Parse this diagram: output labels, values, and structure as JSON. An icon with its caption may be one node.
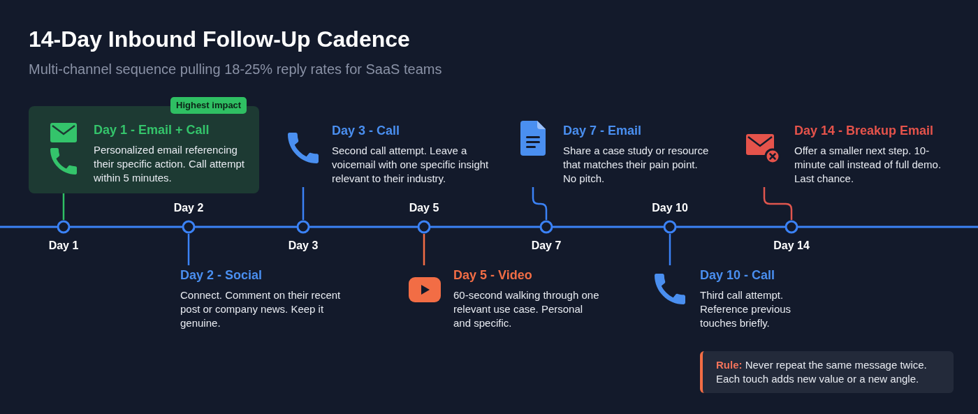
{
  "diagram": {
    "title": "14-Day Inbound Follow-Up Cadence",
    "nodes": [
      {
        "text": [
          "Day 1 - Email + Call",
          "Personalized email referencing their specific action. Call attempt within 5 minutes."
        ]
      },
      {
        "text": [
          "Highest impact"
        ]
      },
      {
        "text": [],
        "shape": "circle",
        "beside": [
          "Day 1"
        ]
      },
      {
        "text": [],
        "shape": "circle",
        "beside": [
          "Day 2"
        ]
      },
      {
        "text": [
          "Day 2 - Social",
          "Connect. Comment on their recent post or company news. Keep it genuine."
        ]
      },
      {
        "text": [
          "Day 3 - Call",
          "Second call attempt. Leave a voicemail with one specific insight relevant to their industry."
        ]
      },
      {
        "text": [],
        "shape": "circle",
        "beside": [
          "Day 3"
        ]
      },
      {
        "text": [],
        "shape": "circle",
        "beside": [
          "Day 5"
        ]
      },
      {
        "text": [
          "Day 5 - Video",
          "60-second walking through one relevant use case. Personal and specific."
        ]
      },
      {
        "text": [
          "Day 7 - Email",
          "Share a case study or resource that matches their pain point. No pitch."
        ]
      },
      {
        "text": [],
        "shape": "circle",
        "beside": [
          "Day 7"
        ]
      },
      {
        "text": [],
        "shape": "circle",
        "beside": [
          "Day 10"
        ]
      },
      {
        "text": [
          "Day 10 - Call",
          "Third call attempt. Reference previous touches briefly."
        ]
      },
      {
        "text": [
          "Day 14 - Breakup Email",
          "Offer a smaller next step. 10-minute call instead of full demo. Last chance."
        ]
      },
      {
        "text": [],
        "shape": "circle",
        "beside": [
          "Day 14"
        ]
      },
      {
        "text": [
          "**Rule:** Never repeat the same message twice. Each touch adds new value or a new angle."
        ]
      }
    ],
    "edges": [
      {
        "from": 0,
        "to": 2,
        "arrow": "none",
        "color": "#2fbf63"
      },
      {
        "from": 3,
        "to": 4,
        "arrow": "none"
      },
      {
        "from": 5,
        "to": 6,
        "arrow": "none"
      },
      {
        "from": 7,
        "to": 8,
        "arrow": "none",
        "color": "#f26d45"
      },
      {
        "from": 9,
        "to": 10,
        "arrow": "none"
      },
      {
        "from": 11,
        "to": 12,
        "arrow": "none"
      },
      {
        "from": 13,
        "to": 14,
        "arrow": "none",
        "color": "#e0564e"
      }
    ],
    "labels": [
      "Multi-channel sequence pulling 18-25% reply rates for SaaS teams"
    ]
  }
}
